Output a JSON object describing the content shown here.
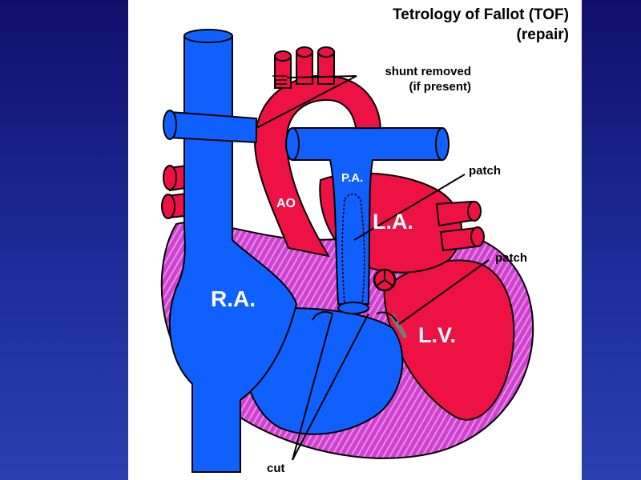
{
  "slide": {
    "title_line1": "Tetrology of Fallot (TOF)",
    "title_line2": "(repair)"
  },
  "callouts": {
    "shunt_line1": "shunt removed",
    "shunt_line2": "(if present)",
    "patch_top": "patch",
    "patch_right": "patch",
    "cut": "cut"
  },
  "regions": {
    "ra": "R.A.",
    "la": "L.A.",
    "lv": "L.V.",
    "ao": "AO",
    "pa": "P.A."
  },
  "colors": {
    "background_top": "#10106a",
    "background_bottom": "#2a3fb0",
    "venous_blue": "#1060ff",
    "arterial_red": "#ee1144",
    "muscle_magenta": "#cc44cc",
    "muscle_stripes": "#ee88ee"
  }
}
